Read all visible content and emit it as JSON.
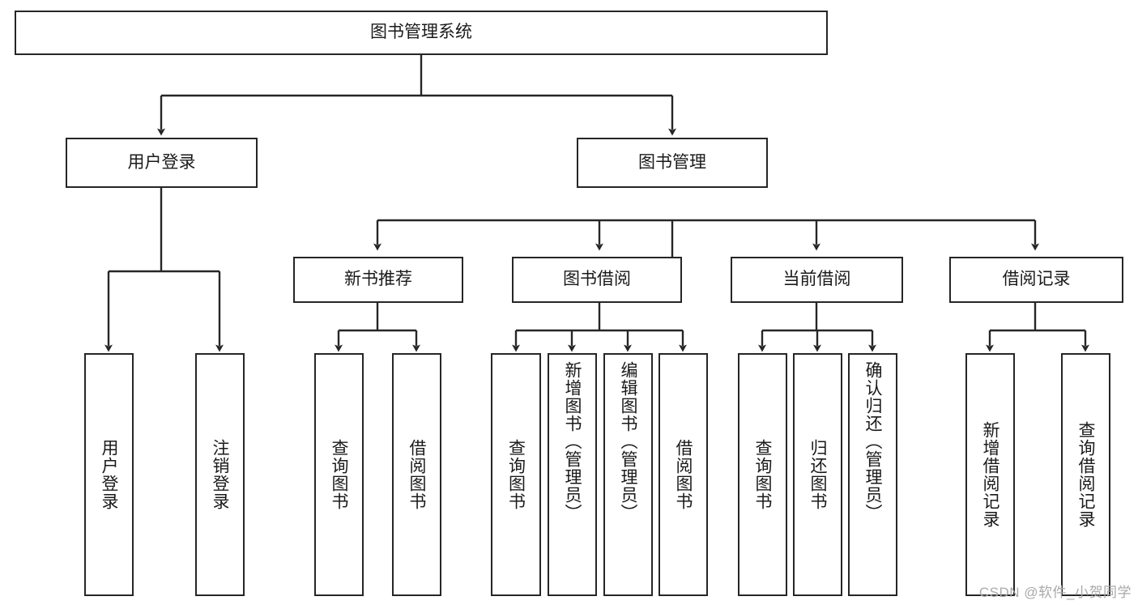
{
  "diagram": {
    "type": "tree-hierarchy-chart",
    "title": "图书管理系统",
    "colors": {
      "stroke": "#262626",
      "fill": "#ffffff",
      "text": "#1a1a1a",
      "watermark": "#a9a9a9"
    },
    "root": {
      "label": "图书管理系统"
    },
    "level2": [
      {
        "label": "用户登录"
      },
      {
        "label": "图书管理"
      }
    ],
    "level3": [
      {
        "label": "新书推荐"
      },
      {
        "label": "图书借阅"
      },
      {
        "label": "当前借阅"
      },
      {
        "label": "借阅记录"
      }
    ],
    "leaves": {
      "user_login": [
        {
          "label": "用户登录"
        },
        {
          "label": "注销登录"
        }
      ],
      "new_book_recommend": [
        {
          "label": "查询图书"
        },
        {
          "label": "借阅图书"
        }
      ],
      "book_borrow": [
        {
          "label": "查询图书"
        },
        {
          "label": "新增图书（管理员）"
        },
        {
          "label": "编辑图书（管理员）"
        },
        {
          "label": "借阅图书"
        }
      ],
      "current_borrow": [
        {
          "label": "查询图书"
        },
        {
          "label": "归还图书"
        },
        {
          "label": "确认归还（管理员）"
        }
      ],
      "borrow_record": [
        {
          "label": "新增借阅记录"
        },
        {
          "label": "查询借阅记录"
        }
      ]
    },
    "watermark": "CSDN @软件_小贺同学"
  }
}
